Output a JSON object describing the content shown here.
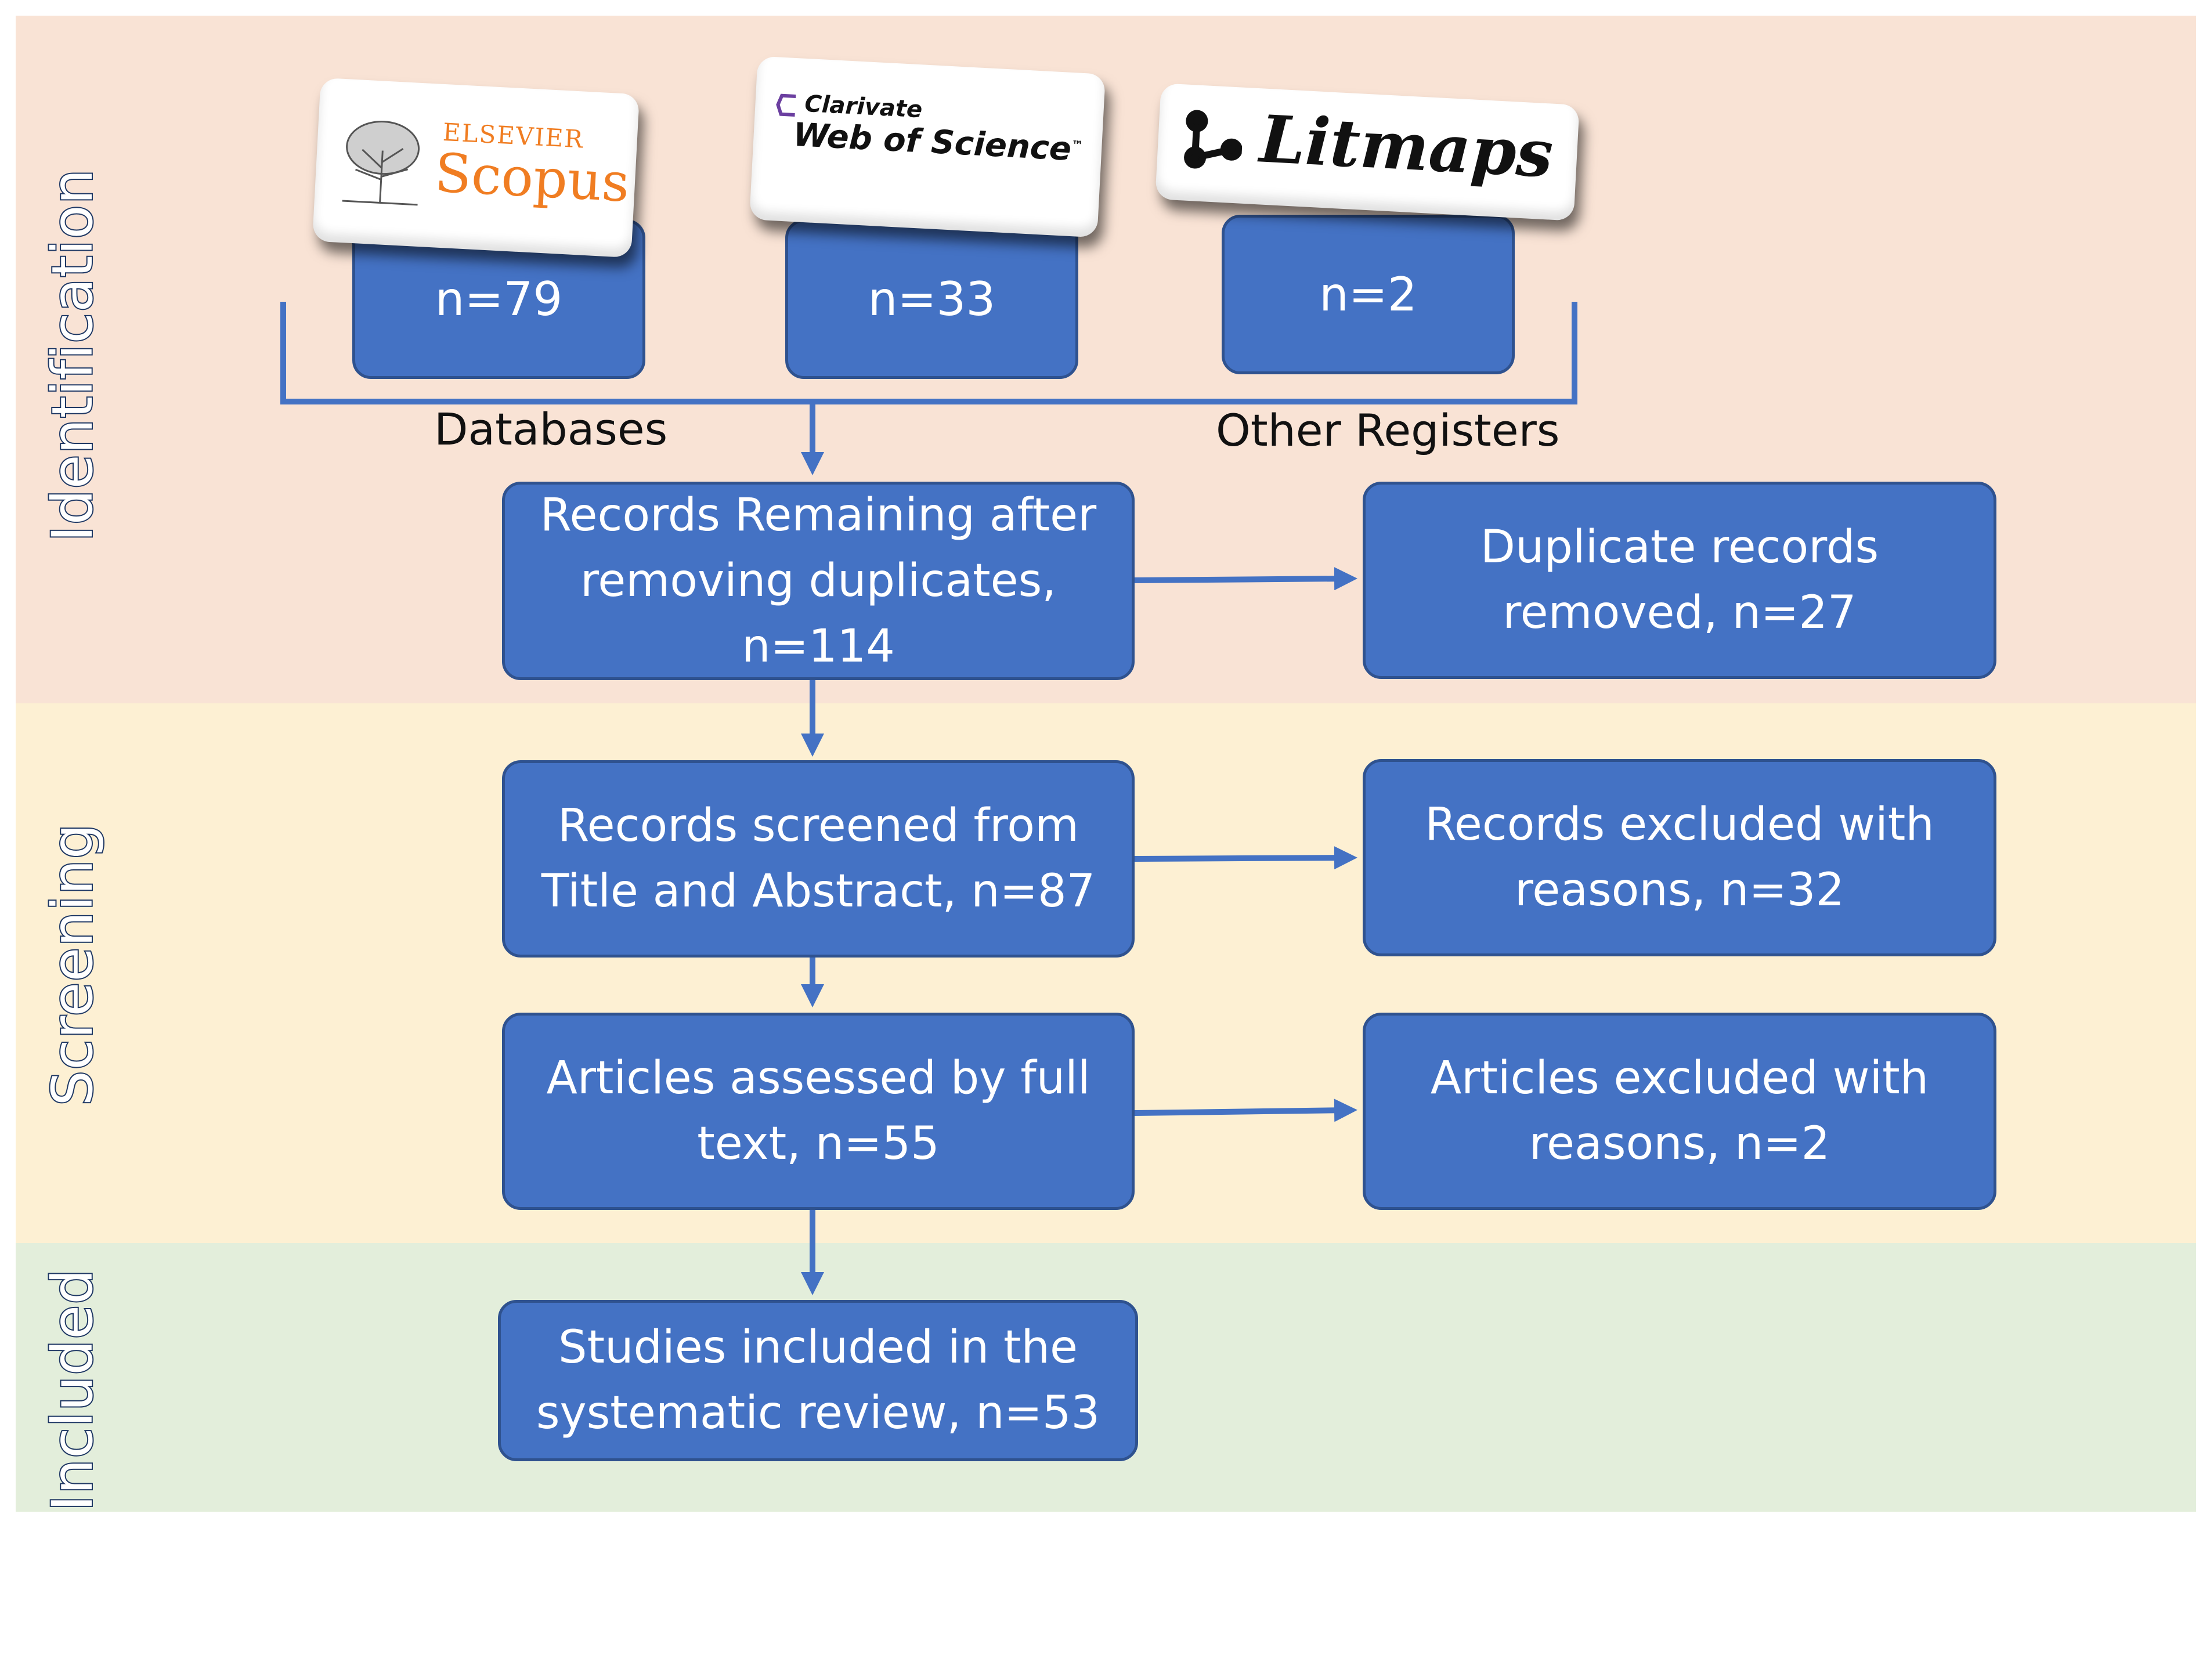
{
  "phases": {
    "identification": "Identification",
    "screening": "Screening",
    "included": "Included"
  },
  "logos": {
    "scopus": {
      "publisher": "ELSEVIER",
      "name": "Scopus"
    },
    "wos": {
      "brand": "Clarivate",
      "name": "Web of Science",
      "tm": "™"
    },
    "litmaps": {
      "name": "Litmaps"
    }
  },
  "sources": {
    "scopus_count": "n=79",
    "wos_count": "n=33",
    "litmaps_count": "n=2",
    "databases_label": "Databases",
    "other_label": "Other Registers"
  },
  "boxes": {
    "remaining": "Records Remaining after\nremoving duplicates,\nn=114",
    "duplicates": "Duplicate records\nremoved, n=27",
    "screened": "Records screened from\nTitle and Abstract, n=87",
    "excluded_screen": "Records excluded with\nreasons, n=32",
    "fulltext": "Articles assessed by full\ntext, n=55",
    "excluded_full": "Articles excluded with\nreasons, n=2",
    "included": "Studies included in the\nsystematic review, n=53"
  },
  "colors": {
    "box_fill": "#4472c4",
    "box_border": "#2f528f",
    "identification_band": "#f9e3d5",
    "screening_band": "#fdf0d3",
    "included_band": "#e3eedb",
    "scopus_orange": "#f07d22"
  }
}
